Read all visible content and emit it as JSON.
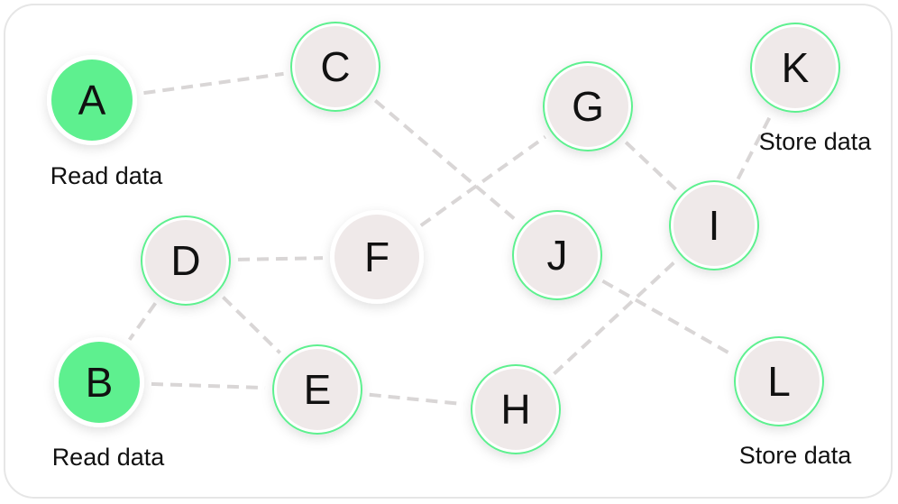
{
  "colors": {
    "node_fill": "#efe9e9",
    "node_ring": "#5ef08f",
    "node_active": "#5ef08f",
    "edge": "#d9d6d6",
    "text": "#111111"
  },
  "nodes": [
    {
      "id": "A",
      "label": "A",
      "active": true,
      "caption": "Read data"
    },
    {
      "id": "B",
      "label": "B",
      "active": true,
      "caption": "Read data"
    },
    {
      "id": "C",
      "label": "C",
      "active": false
    },
    {
      "id": "D",
      "label": "D",
      "active": false
    },
    {
      "id": "E",
      "label": "E",
      "active": false
    },
    {
      "id": "F",
      "label": "F",
      "active": false
    },
    {
      "id": "G",
      "label": "G",
      "active": false
    },
    {
      "id": "H",
      "label": "H",
      "active": false
    },
    {
      "id": "I",
      "label": "I",
      "active": false
    },
    {
      "id": "J",
      "label": "J",
      "active": false
    },
    {
      "id": "K",
      "label": "K",
      "active": false,
      "caption": "Store data"
    },
    {
      "id": "L",
      "label": "L",
      "active": false,
      "caption": "Store data"
    }
  ],
  "edges": [
    [
      "A",
      "C"
    ],
    [
      "C",
      "J"
    ],
    [
      "J",
      "L"
    ],
    [
      "D",
      "F"
    ],
    [
      "F",
      "G"
    ],
    [
      "G",
      "I"
    ],
    [
      "I",
      "K"
    ],
    [
      "D",
      "B"
    ],
    [
      "D",
      "E"
    ],
    [
      "B",
      "E"
    ],
    [
      "E",
      "H"
    ],
    [
      "H",
      "I"
    ]
  ]
}
